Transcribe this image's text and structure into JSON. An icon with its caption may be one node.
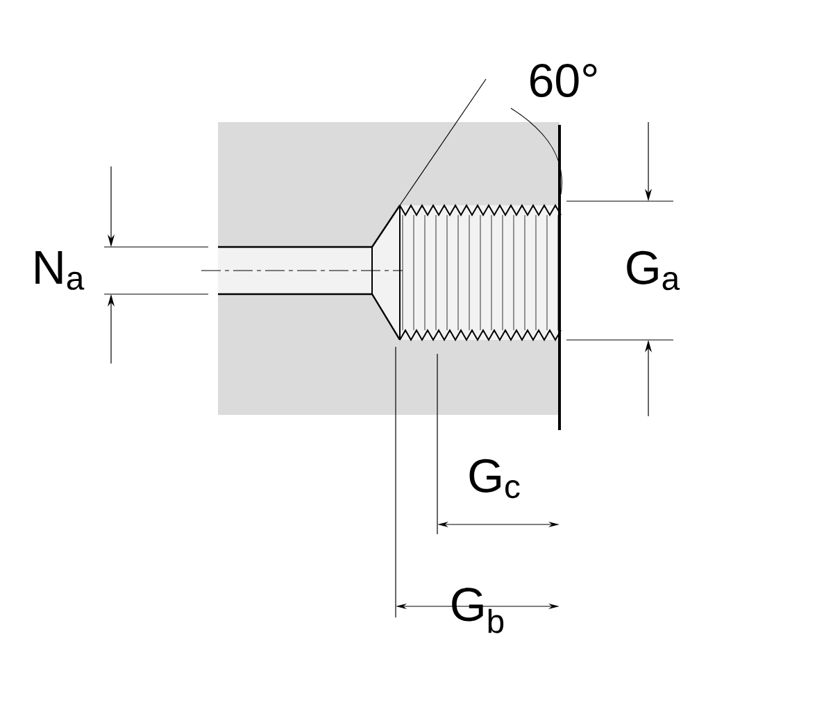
{
  "diagram": {
    "labels": [
      "60°",
      "N$_{a}$",
      "G$_{a}$",
      "G$_{c}$",
      "G$_{b}$"
    ]
  }
}
